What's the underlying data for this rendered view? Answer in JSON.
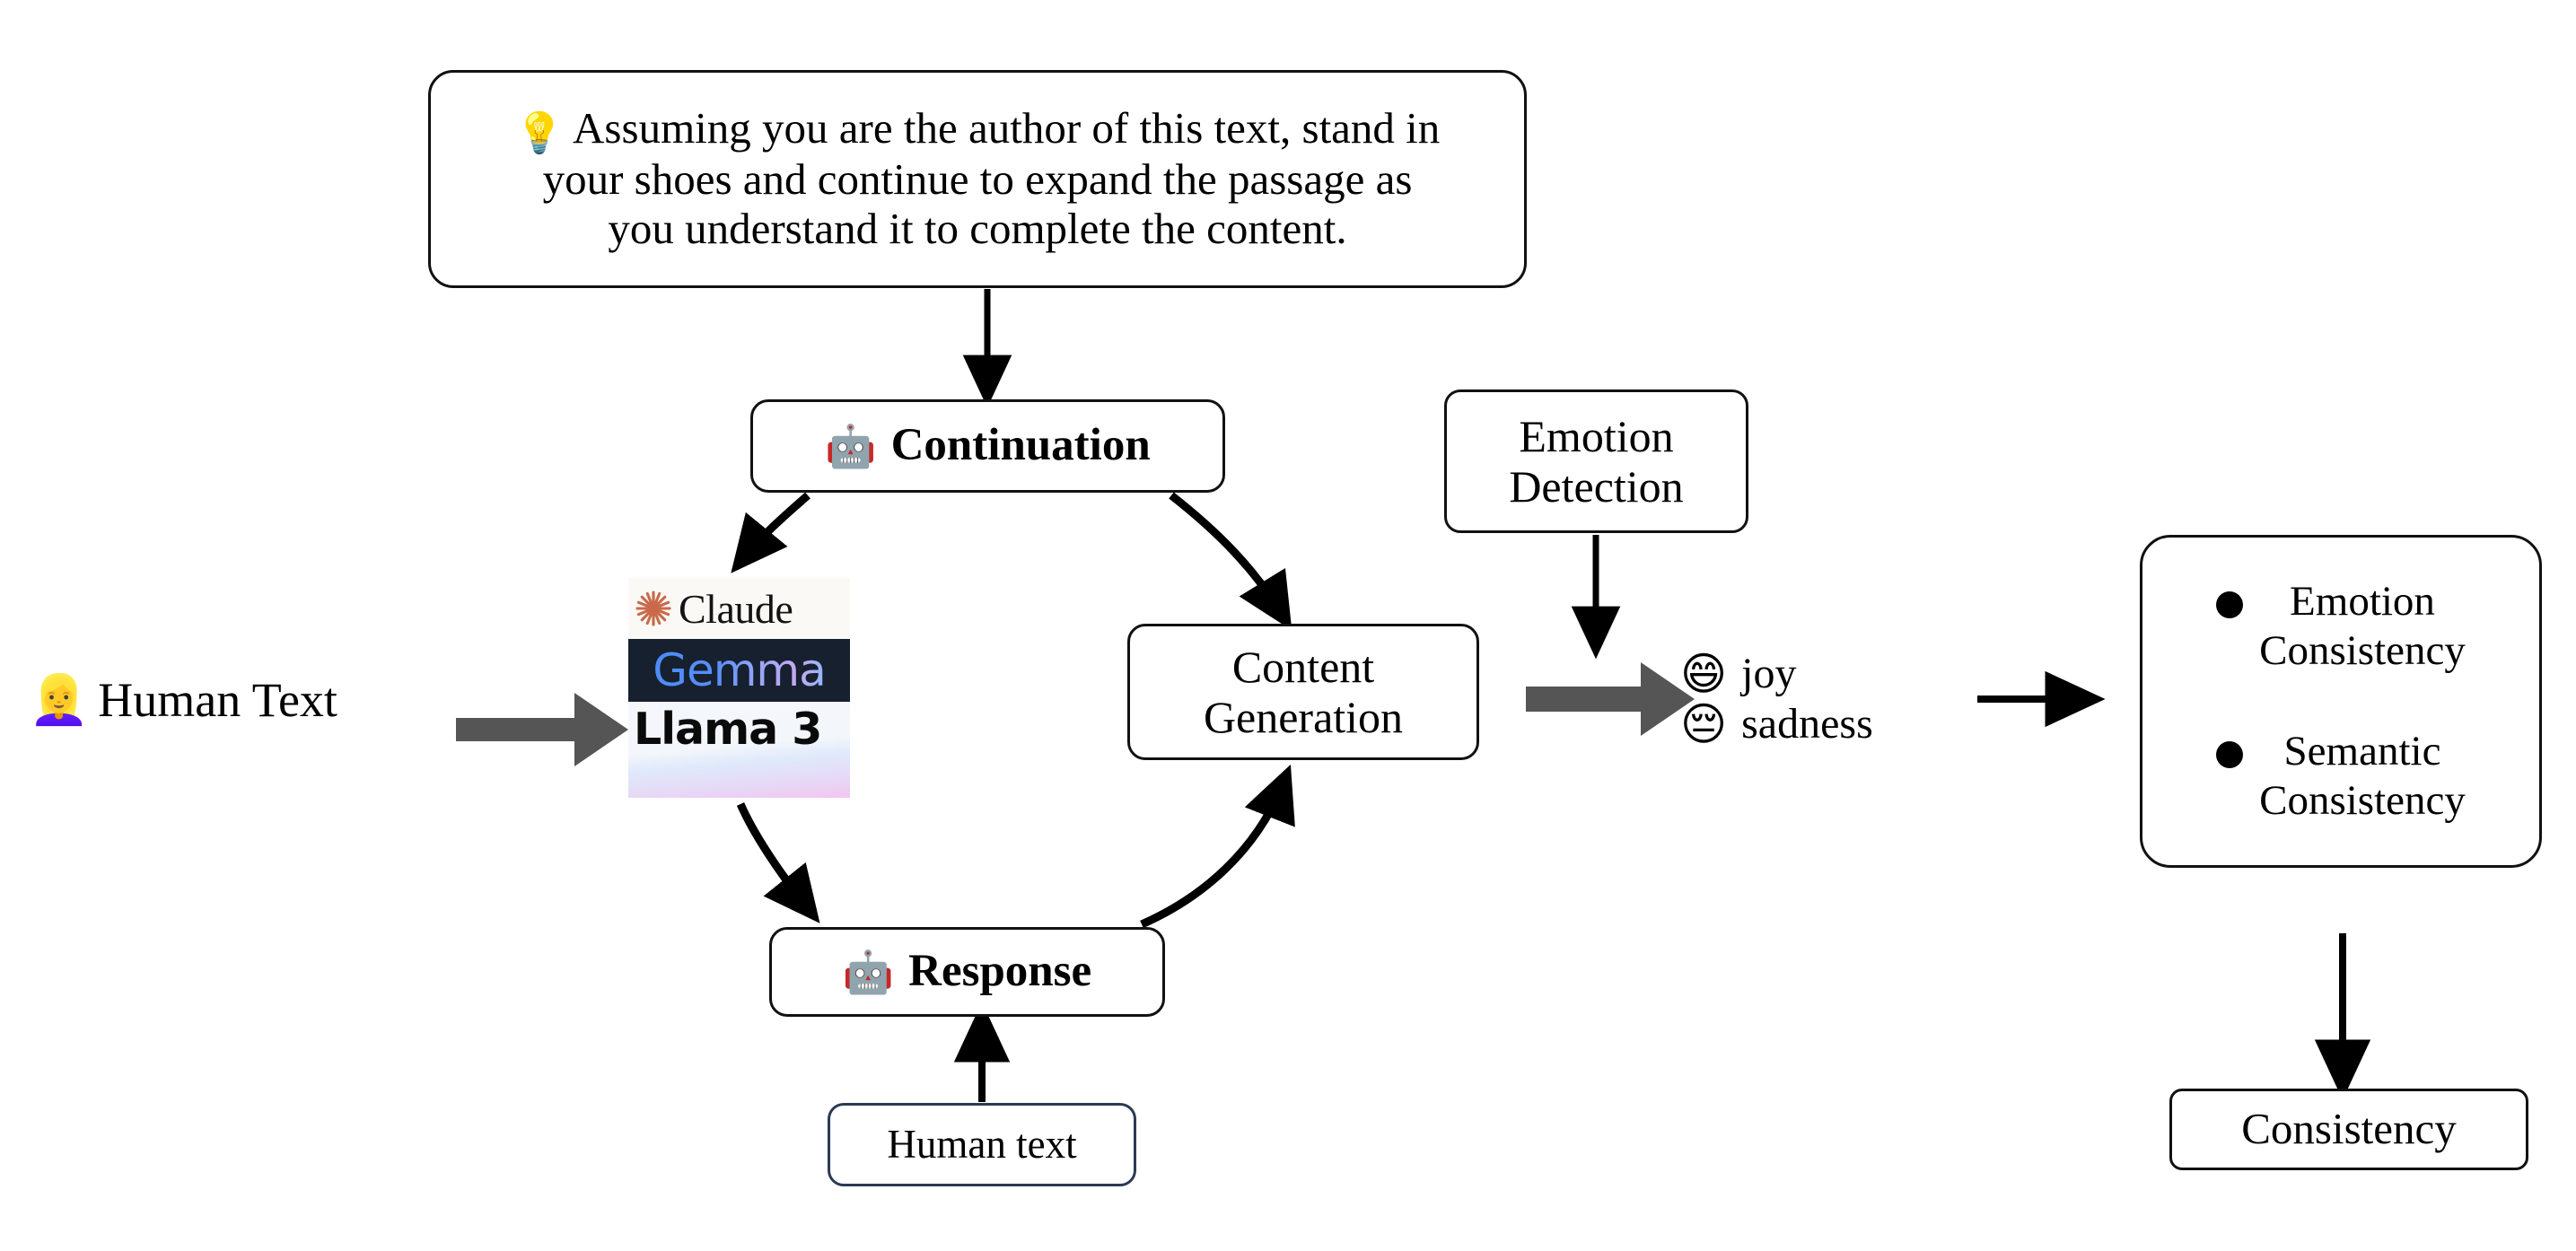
{
  "diagram": {
    "title": "LLM continuation and response consistency evaluation pipeline",
    "background_color": "#ffffff",
    "stroke_color": "#111111",
    "grey_arrow_color": "#555555",
    "navy_border_color": "#2b3a55"
  },
  "prompt_box": {
    "icon": "light-bulb-emoji",
    "icon_glyph": "💡",
    "line1": "Assuming you are the author of this text, stand in",
    "line2": "your shoes and continue to expand the passage as",
    "line3": "you understand it to complete the content."
  },
  "human_text_input": {
    "icon": "blonde-woman-emoji",
    "icon_glyph": "👱‍♀️",
    "label": "Human Text"
  },
  "models": {
    "claude": {
      "word": "Claude",
      "mark": "claude-starburst-icon",
      "mark_color": "#c9694a",
      "bg": "#faf9f5"
    },
    "gemma": {
      "word": "Gemma",
      "bg": "#16202e",
      "text_gradient_start": "#4a8cf7",
      "text_gradient_end": "#c7a8f0"
    },
    "llama": {
      "word": "Llama 3",
      "bg_gradient_start": "#f4f7fb",
      "bg_gradient_end": "#f2c5ef"
    }
  },
  "cycle": {
    "continuation": {
      "icon": "robot-emoji",
      "icon_glyph": "🤖",
      "label": "Continuation"
    },
    "response": {
      "icon": "robot-emoji",
      "icon_glyph": "🤖",
      "label": "Response"
    },
    "content_generation": {
      "line1": "Content",
      "line2": "Generation"
    }
  },
  "human_text_node": {
    "label": "Human text"
  },
  "emotion_detection": {
    "line1": "Emotion",
    "line2": "Detection"
  },
  "emotions": [
    {
      "icon": "grinning-face-with-smiling-eyes-emoji",
      "icon_glyph": "😄",
      "label": "joy"
    },
    {
      "icon": "pensive-face-emoji",
      "icon_glyph": "😔",
      "label": "sadness"
    }
  ],
  "consistency_checks": [
    {
      "line1": "Emotion",
      "line2": "Consistency"
    },
    {
      "line1": "Semantic",
      "line2": "Consistency"
    }
  ],
  "consistency_result": {
    "label": "Consistency"
  }
}
